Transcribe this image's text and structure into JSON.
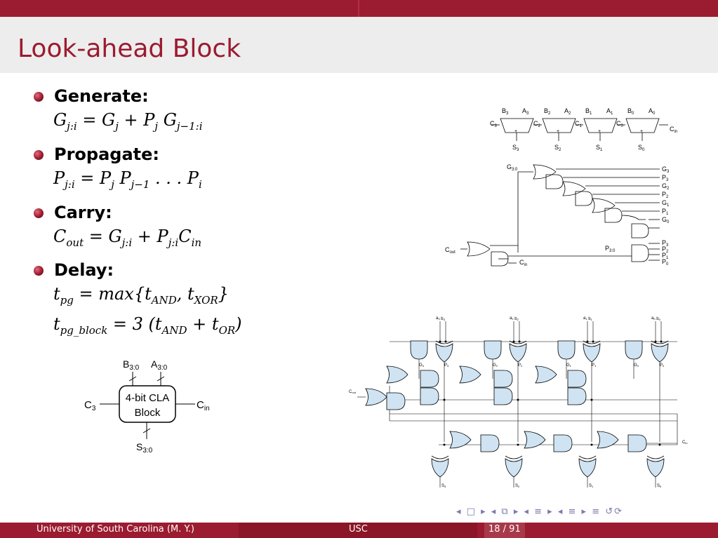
{
  "title": "Look-ahead Block",
  "bullets": [
    {
      "head": "Generate:"
    },
    {
      "head": "Propagate:"
    },
    {
      "head": "Carry:"
    },
    {
      "head": "Delay:"
    }
  ],
  "cla_block": {
    "line1": "4-bit CLA",
    "line2": "Block",
    "left": "C",
    "left_sub": "3",
    "right": "C",
    "right_sub": "in"
  },
  "footer": {
    "left": "University of South Carolina  (M. Y.)",
    "center": "USC",
    "page": "18 / 91"
  },
  "nav_icons": [
    "nav-left-icon",
    "frame-icon",
    "section-icon",
    "subsection-icon",
    "align-icon",
    "search-icon"
  ],
  "colors": {
    "brand": "#9b1b30",
    "gate_fill": "#cfe3f2"
  }
}
